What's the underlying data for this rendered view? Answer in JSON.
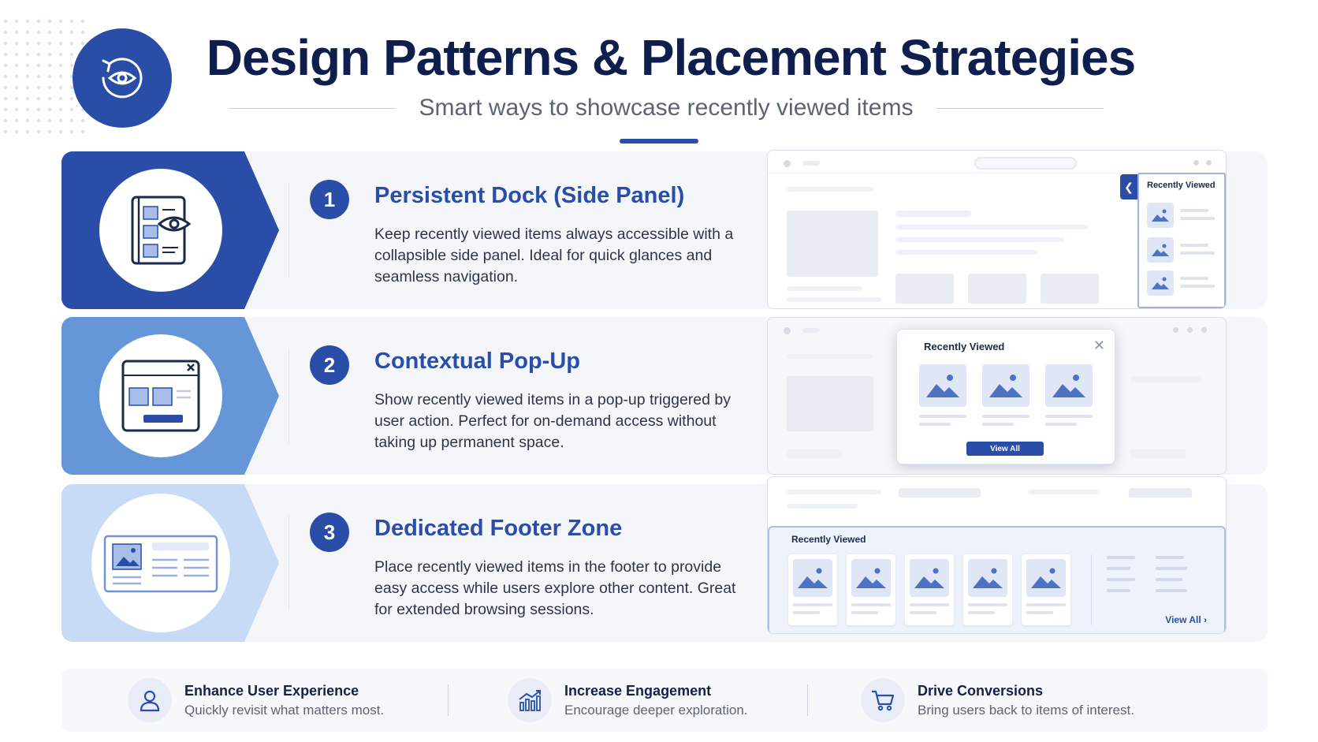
{
  "header": {
    "title": "Design Patterns & Placement Strategies",
    "subtitle": "Smart ways to showcase recently viewed items",
    "logo_icon": "eye-refresh-icon"
  },
  "colors": {
    "primary": "#2a4ea8",
    "medium": "#6596d8",
    "light": "#c8dbf6",
    "title": "#0f1f4d"
  },
  "patterns": [
    {
      "number": "1",
      "title": "Persistent Dock (Side Panel)",
      "description": "Keep recently viewed items always accessible with a collapsible side panel. Ideal for quick glances and seamless navigation.",
      "icon": "side-panel-eye-icon",
      "mockup": {
        "label": "Recently Viewed"
      }
    },
    {
      "number": "2",
      "title": "Contextual Pop-Up",
      "description": "Show recently viewed items in a pop-up triggered by user action. Perfect for on-demand access without taking up permanent space.",
      "icon": "popup-window-icon",
      "mockup": {
        "label": "Recently Viewed",
        "button": "View All"
      }
    },
    {
      "number": "3",
      "title": "Dedicated Footer Zone",
      "description": "Place recently viewed items in the footer to provide easy access while users explore other content. Great for extended browsing sessions.",
      "icon": "footer-layout-icon",
      "mockup": {
        "label": "Recently Viewed",
        "link": "View All"
      }
    }
  ],
  "benefits": [
    {
      "title": "Enhance User Experience",
      "description": "Quickly revisit what matters most.",
      "icon": "user-icon"
    },
    {
      "title": "Increase Engagement",
      "description": "Encourage deeper exploration.",
      "icon": "chart-growth-icon"
    },
    {
      "title": "Drive Conversions",
      "description": "Bring users back to items of interest.",
      "icon": "shopping-cart-icon"
    }
  ]
}
